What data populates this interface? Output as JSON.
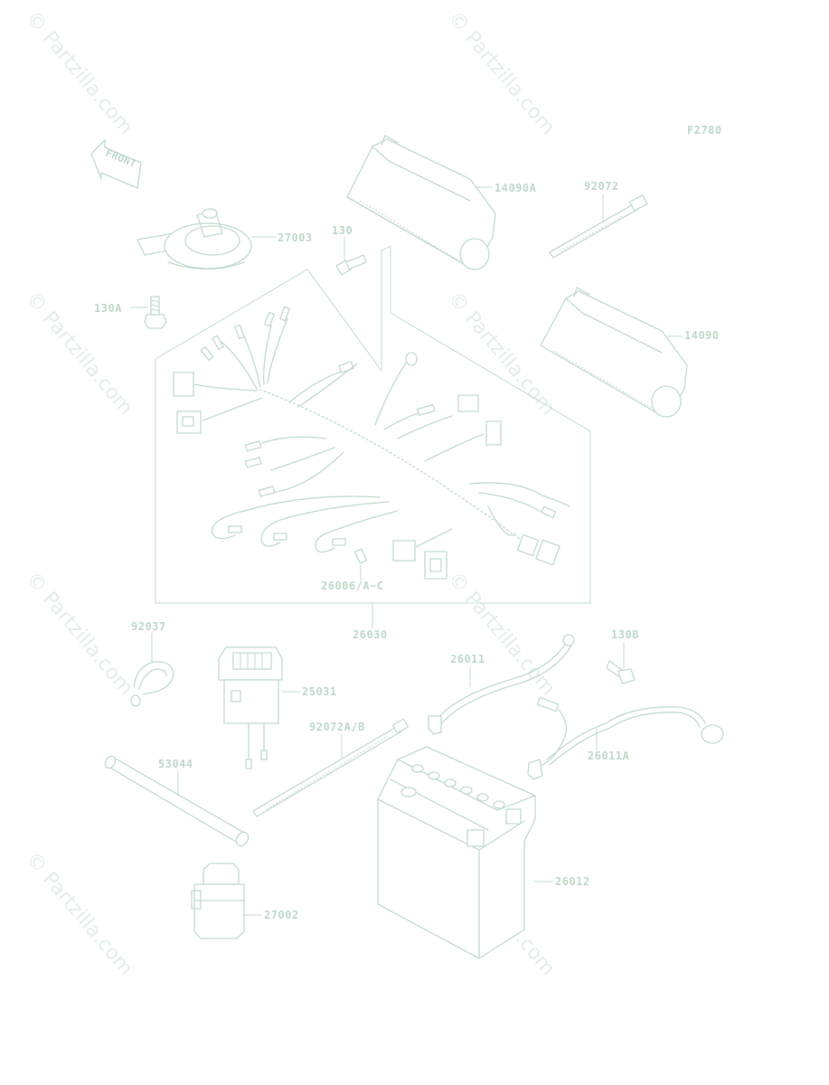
{
  "figure_code": "F2780",
  "front_label": "FRONT",
  "watermark_text": "© Partzilla.com",
  "colors": {
    "line": "#c3dccd",
    "label": "#bfd9c9",
    "watermark": "#e3eee7",
    "background": "#ffffff"
  },
  "parts": {
    "p14090A": "14090A",
    "p92072": "92072",
    "p27003": "27003",
    "p130": "130",
    "p130A": "130A",
    "p14090": "14090",
    "p26006": "26006/A~C",
    "p26030": "26030",
    "p92037": "92037",
    "p130B": "130B",
    "p26011": "26011",
    "p25031": "25031",
    "p92072AB": "92072A/B",
    "p26011A": "26011A",
    "p53044": "53044",
    "p26012": "26012",
    "p27002": "27002"
  }
}
